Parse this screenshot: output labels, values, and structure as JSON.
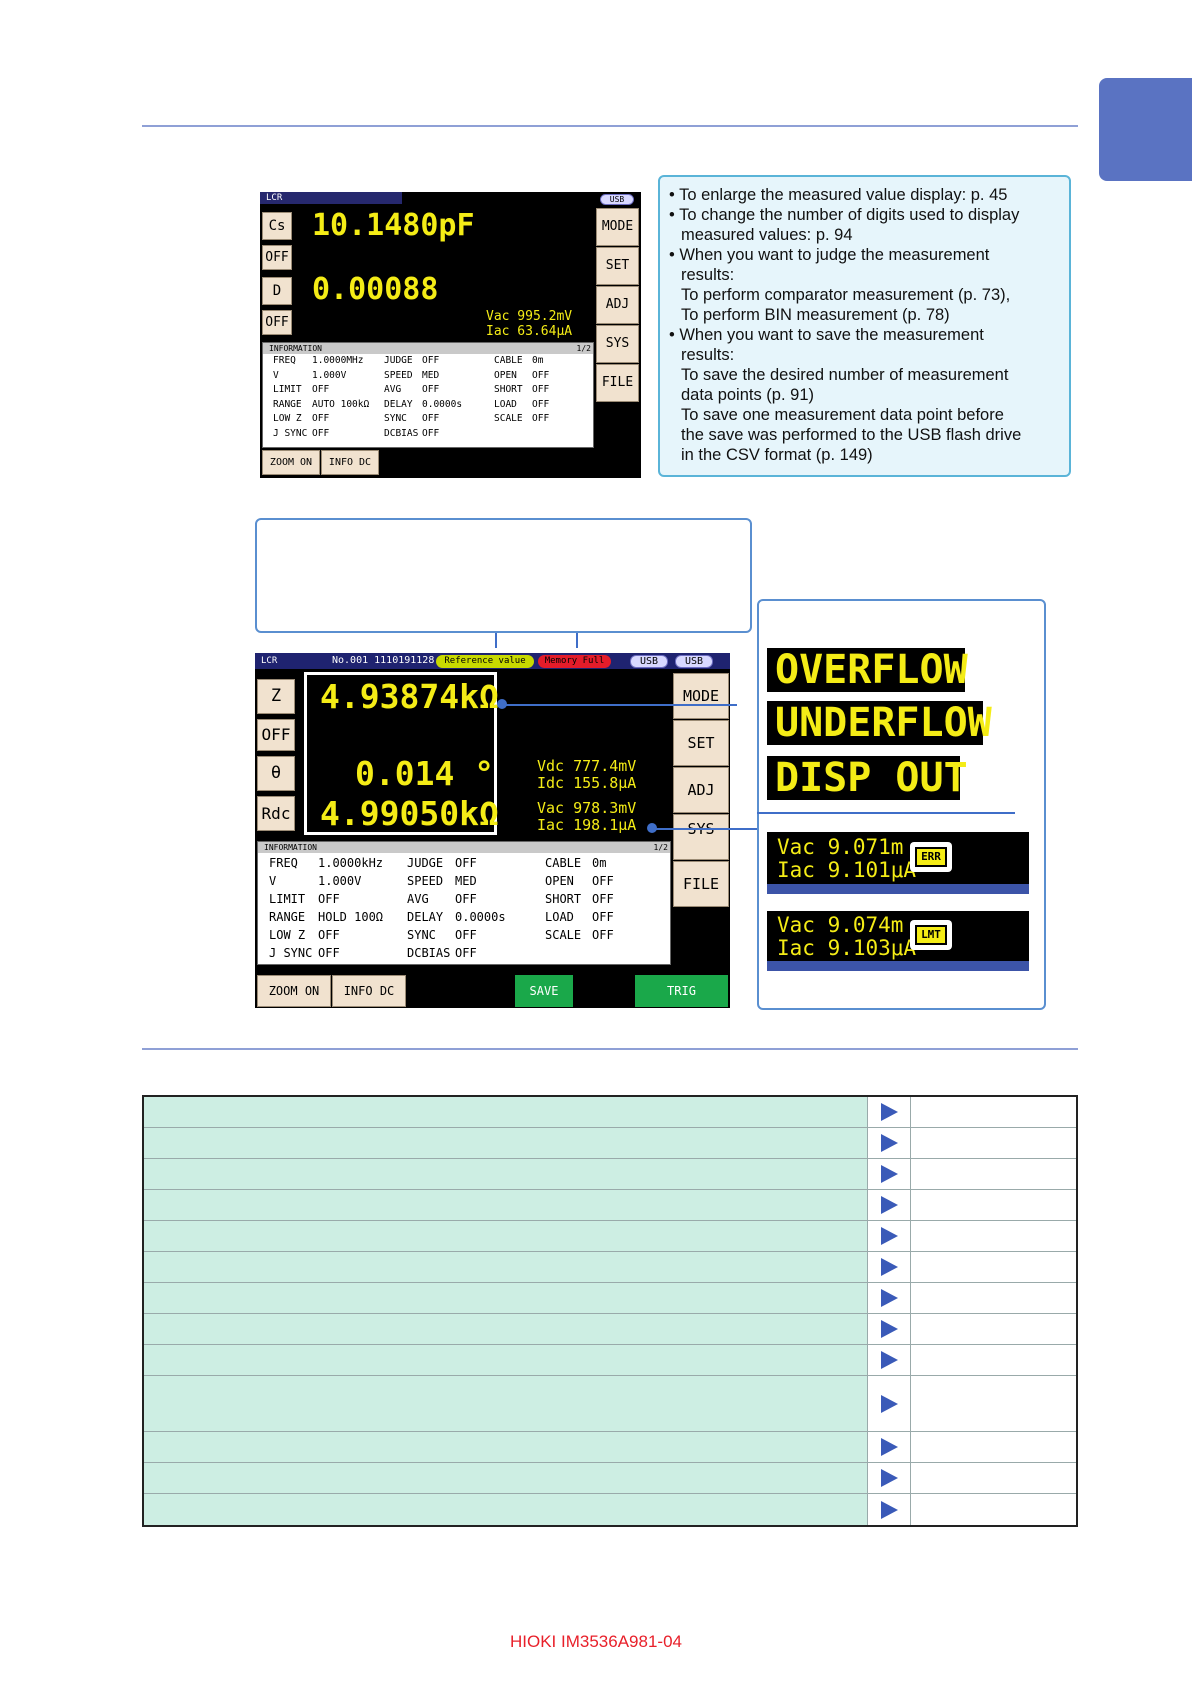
{
  "notes": [
    {
      "text": "• To enlarge the measured value display: p. 45",
      "indent": false
    },
    {
      "text": "• To change the number of digits used to display",
      "indent": false
    },
    {
      "text": "measured values: p. 94",
      "indent": true
    },
    {
      "text": "• When you want to judge the measurement",
      "indent": false
    },
    {
      "text": "results:",
      "indent": true
    },
    {
      "text": "To perform comparator measurement (p. 73),",
      "indent": true
    },
    {
      "text": "To perform BIN measurement (p. 78)",
      "indent": true
    },
    {
      "text": "• When you want to save the measurement",
      "indent": false
    },
    {
      "text": "results:",
      "indent": true
    },
    {
      "text": "To save the desired number of measurement",
      "indent": true
    },
    {
      "text": "data points (p. 91)",
      "indent": true
    },
    {
      "text": "To save one measurement data point before",
      "indent": true
    },
    {
      "text": "the save was performed to the USB flash drive",
      "indent": true
    },
    {
      "text": "in the CSV format (p. 149)",
      "indent": true
    }
  ],
  "screen1": {
    "title": "LCR",
    "usb": "USB",
    "left_buttons": [
      "Cs",
      "OFF",
      "D",
      "OFF"
    ],
    "value1": "10.1480pF",
    "value2": "0.00088",
    "vac": "Vac  995.2mV",
    "iac": "Iac  63.64μA",
    "side_buttons": [
      "MODE",
      "SET",
      "ADJ",
      "SYS",
      "FILE"
    ],
    "info_title": "INFORMATION",
    "info_page": "1/2",
    "info_cols": [
      [
        "FREQ",
        "V",
        "LIMIT",
        "RANGE",
        "LOW Z",
        "J SYNC"
      ],
      [
        "1.0000MHz",
        "1.000V",
        "OFF",
        "AUTO 100kΩ",
        "OFF",
        "OFF"
      ],
      [
        "JUDGE",
        "SPEED",
        "AVG",
        "DELAY",
        "SYNC",
        "DCBIAS"
      ],
      [
        "OFF",
        "MED",
        "OFF",
        "0.0000s",
        "OFF",
        "OFF"
      ],
      [
        "CABLE",
        "OPEN",
        "SHORT",
        "LOAD",
        "SCALE",
        ""
      ],
      [
        "0m",
        "OFF",
        "OFF",
        "OFF",
        "OFF",
        ""
      ]
    ],
    "bottom_buttons": [
      "ZOOM ON",
      "INFO DC"
    ]
  },
  "screen2": {
    "title": "LCR",
    "number": "No.001  1110191128",
    "ref_badge": "Reference value",
    "mem_badge": "Memory Full",
    "usb1": "USB",
    "usb2": "USB",
    "left_buttons": [
      "Z",
      "OFF",
      "θ",
      "Rdc"
    ],
    "value1": "4.93874kΩ",
    "value2": "0.014 °",
    "value3": "4.99050kΩ",
    "vdc": "Vdc  777.4mV",
    "idc": "Idc  155.8μA",
    "vac": "Vac  978.3mV",
    "iac": "Iac  198.1μA",
    "side_buttons": [
      "MODE",
      "SET",
      "ADJ",
      "SYS",
      "FILE"
    ],
    "info_title": "INFORMATION",
    "info_page": "1/2",
    "info_cols": [
      [
        "FREQ",
        "V",
        "LIMIT",
        "RANGE",
        "LOW Z",
        "J SYNC"
      ],
      [
        "1.0000kHz",
        "1.000V",
        "OFF",
        "HOLD   100Ω",
        "OFF",
        "OFF"
      ],
      [
        "JUDGE",
        "SPEED",
        "AVG",
        "DELAY",
        "SYNC",
        "DCBIAS"
      ],
      [
        "OFF",
        "MED",
        "OFF",
        "0.0000s",
        "OFF",
        "OFF"
      ],
      [
        "CABLE",
        "OPEN",
        "SHORT",
        "LOAD",
        "SCALE",
        ""
      ],
      [
        "0m",
        "OFF",
        "OFF",
        "OFF",
        "OFF",
        ""
      ]
    ],
    "bottom_buttons": [
      "ZOOM ON",
      "INFO DC"
    ],
    "save_button": "SAVE",
    "trig_button": "TRIG"
  },
  "messages": [
    "OVERFLOW",
    "UNDERFLOW",
    "DISP OUT"
  ],
  "err_display": {
    "vac": "Vac  9.071m",
    "iac": "Iac  9.101μA",
    "badge": "ERR"
  },
  "lmt_display": {
    "vac": "Vac  9.074m",
    "iac": "Iac  9.103μA",
    "badge": "LMT"
  },
  "table_rows": [
    {
      "tall": false
    },
    {
      "tall": false
    },
    {
      "tall": false
    },
    {
      "tall": false
    },
    {
      "tall": false
    },
    {
      "tall": false
    },
    {
      "tall": false
    },
    {
      "tall": false
    },
    {
      "tall": false
    },
    {
      "tall": true
    },
    {
      "tall": false
    },
    {
      "tall": false
    },
    {
      "tall": false
    }
  ],
  "footer": "HIOKI IM3536A981-04",
  "colors": {
    "accent": "#5a73c2",
    "readout": "#f4ec16",
    "table_fill": "#cdeee3",
    "footer": "#e8202a"
  }
}
